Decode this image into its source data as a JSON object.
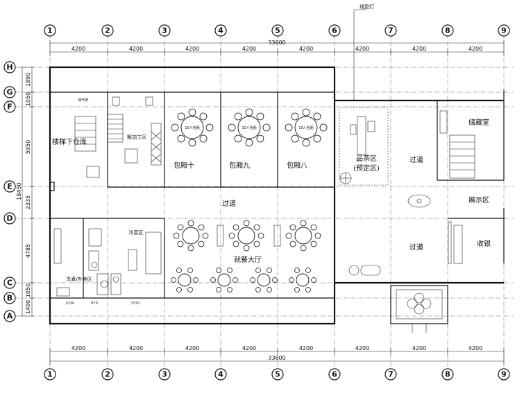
{
  "grid_columns": [
    "1",
    "2",
    "3",
    "4",
    "5",
    "6",
    "7",
    "8",
    "9"
  ],
  "grid_rows": [
    "H",
    "G",
    "F",
    "E",
    "D",
    "C",
    "B",
    "A"
  ],
  "dims_top": [
    "4200",
    "4200",
    "4200",
    "4200",
    "4200",
    "4200",
    "4200",
    "4200"
  ],
  "dims_bottom": [
    "4200",
    "4200",
    "4200",
    "4200",
    "4200",
    "4200",
    "4200",
    "4200"
  ],
  "total_top": "33600",
  "total_bottom": "33600",
  "dims_left_rows": [
    "1890",
    "1050",
    "5950",
    "2335",
    "4785",
    "1050",
    "1400"
  ],
  "total_left": "18450",
  "dims_kitchen": [
    "3230",
    "870",
    "3370"
  ],
  "callout": "线型灯",
  "rooms": {
    "stair_storage": "楼梯下仓库",
    "rough_processing": "粗加工区",
    "room10": "包厢十",
    "room9": "包厢九",
    "room8": "包厢八",
    "tea": "品茶区",
    "tea_sub": "(预定区)",
    "corridor_upper": "过道",
    "corridor_right": "过道",
    "corridor_lower": "过道",
    "storage": "储藏室",
    "exhibition": "展示区",
    "cashier": "收银",
    "dining": "就餐大厅",
    "cold_dish": "冷菜区",
    "cooking": "烹煮/外卖区",
    "gas_meter": "燃气表"
  },
  "table_labels": {
    "t10": "10人包厢",
    "t9": "10人包厢",
    "t8": "10人包厢"
  }
}
